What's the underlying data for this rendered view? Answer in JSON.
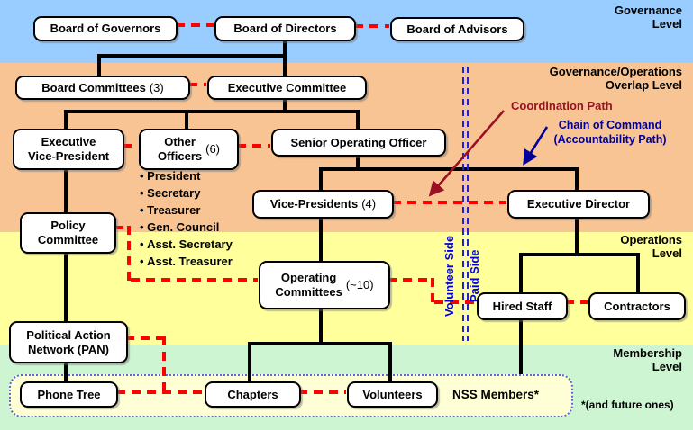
{
  "bands": {
    "governance": {
      "label": "Governance\nLevel",
      "color": "#99CCFF"
    },
    "overlap": {
      "label": "Governance/Operations\nOverlap Level",
      "color": "#F8C494"
    },
    "operations": {
      "label": "Operations\nLevel",
      "color": "#FFFF9C"
    },
    "membership": {
      "label": "Membership\nLevel",
      "color": "#CDF5D2"
    }
  },
  "boxes": {
    "board_of_governors": {
      "label": "Board of Governors"
    },
    "board_of_directors": {
      "label": "Board of Directors"
    },
    "board_of_advisors": {
      "label": "Board of Advisors"
    },
    "board_committees": {
      "label": "Board Committees",
      "count": "(3)"
    },
    "executive_committee": {
      "label": "Executive Committee"
    },
    "executive_vice_president": {
      "label": "Executive\nVice-President"
    },
    "other_officers": {
      "label": "Other\nOfficers",
      "count": "(6)"
    },
    "senior_operating_officer": {
      "label": "Senior Operating Officer"
    },
    "vice_presidents": {
      "label": "Vice-Presidents",
      "count": "(4)"
    },
    "executive_director": {
      "label": "Executive Director"
    },
    "policy_committee": {
      "label": "Policy\nCommittee"
    },
    "operating_committees": {
      "label": "Operating\nCommittees",
      "count": "(~10)"
    },
    "hired_staff": {
      "label": "Hired Staff"
    },
    "contractors": {
      "label": "Contractors"
    },
    "political_action_network": {
      "label": "Political Action\nNetwork (PAN)"
    },
    "phone_tree": {
      "label": "Phone Tree"
    },
    "chapters": {
      "label": "Chapters"
    },
    "volunteers": {
      "label": "Volunteers"
    }
  },
  "officers_list": {
    "items": [
      "President",
      "Secretary",
      "Treasurer",
      "Gen. Council",
      "Asst. Secretary",
      "Asst. Treasurer"
    ]
  },
  "legend": {
    "coordination_path": "Coordination Path",
    "chain_of_command": "Chain of Command\n(Accountability Path)"
  },
  "sides": {
    "volunteer": "Volunteer Side",
    "paid": "Paid Side"
  },
  "membership_area": {
    "label": "NSS Members*",
    "footnote": "*(and future ones)"
  },
  "colors": {
    "coordination_dash": "#FF0000",
    "coordination_legend": "#991122",
    "chain_of_command": "#000099",
    "side_divider": "#2222CC",
    "connector": "#000000"
  }
}
